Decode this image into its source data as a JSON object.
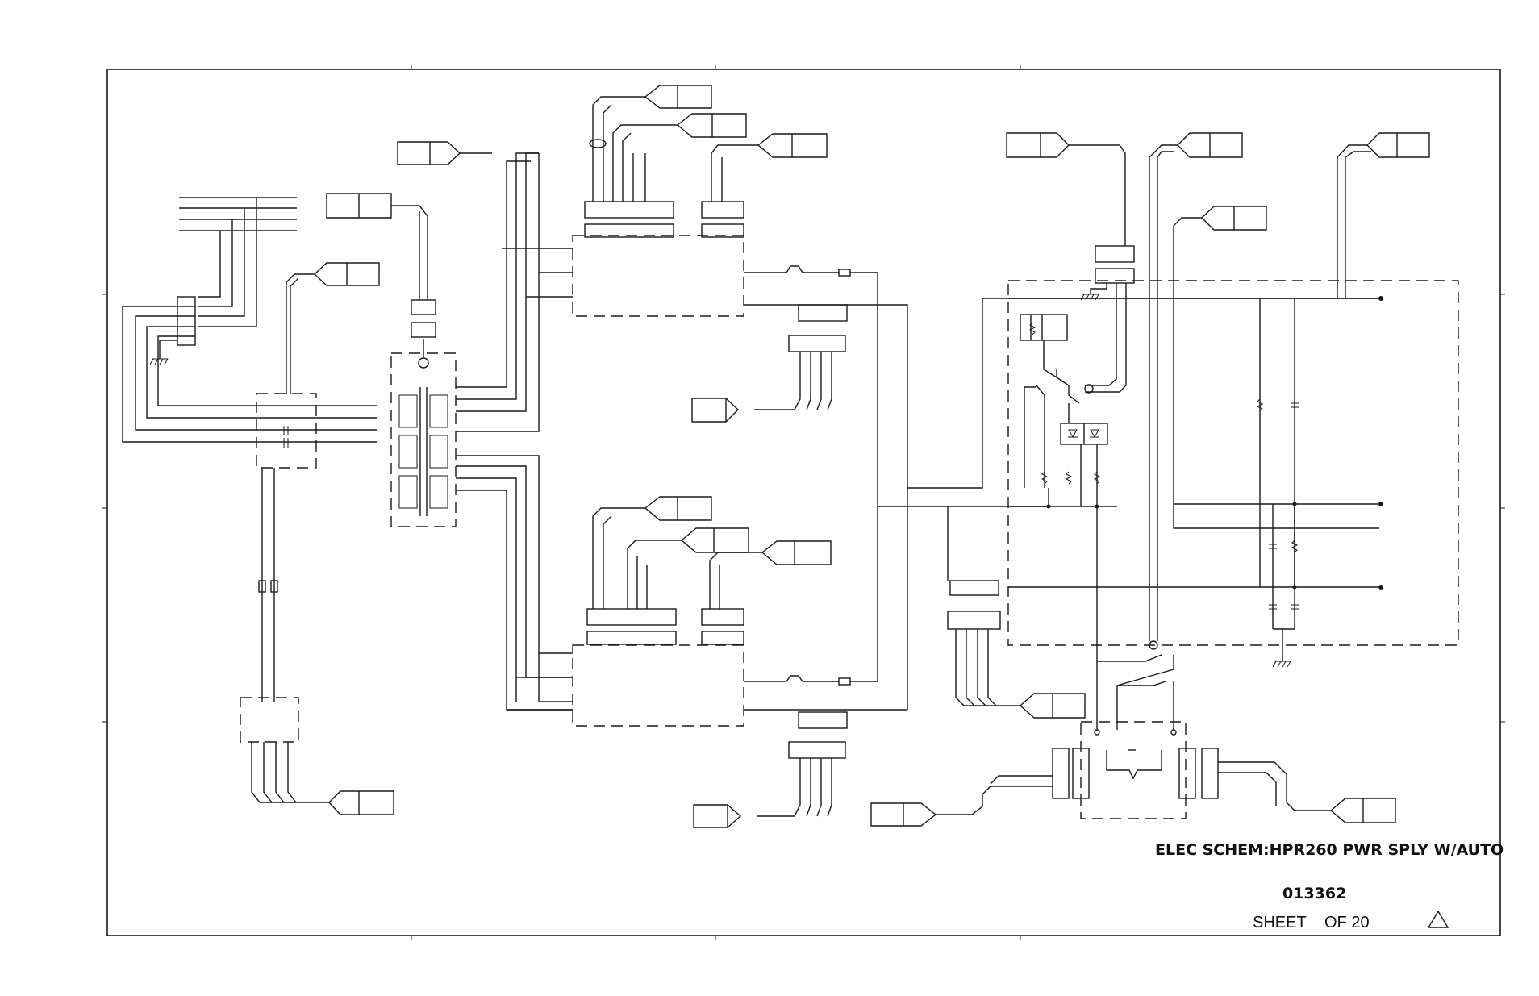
{
  "title_block": {
    "title": "ELEC SCHEM:HPR260 PWR SPLY W/AUTO",
    "drawing_number": "013362",
    "sheet_label": "SHEET",
    "of_label": "OF 20"
  },
  "icons": {
    "revision": "revision-triangle-icon",
    "ground": "ground-symbol-icon",
    "connector": "connector-pin-icon",
    "resistor": "resistor-icon",
    "capacitor": "capacitor-icon",
    "diode": "diode-icon",
    "switch": "switch-contact-icon",
    "fuse": "fuse-icon",
    "transformer": "transformer-icon"
  },
  "colors": {
    "line": "#1a1a1a",
    "background": "#ffffff"
  }
}
